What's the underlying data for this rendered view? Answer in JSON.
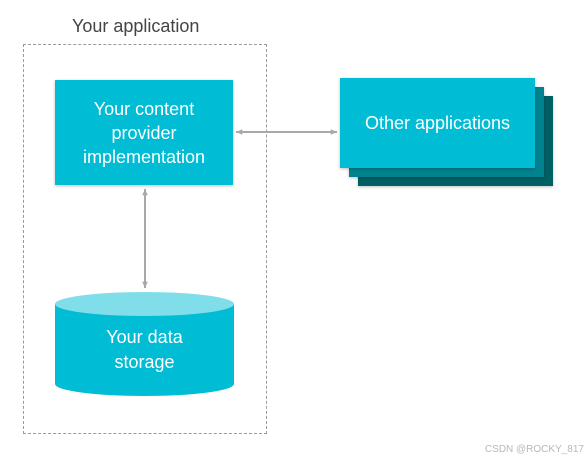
{
  "application_boundary": {
    "label": "Your application"
  },
  "content_provider": {
    "label_lines": [
      "Your content",
      "provider",
      "implementation"
    ]
  },
  "other_applications": {
    "label": "Other applications"
  },
  "data_storage": {
    "label_lines": [
      "Your data",
      "storage"
    ]
  },
  "watermark": "CSDN @ROCKY_817",
  "colors": {
    "primary": "#00bcd4",
    "stack_mid": "#00838f",
    "stack_dark": "#006064",
    "cylinder_top": "#80deea",
    "connector": "#a8a8a8",
    "boundary": "#9a9a9a"
  }
}
